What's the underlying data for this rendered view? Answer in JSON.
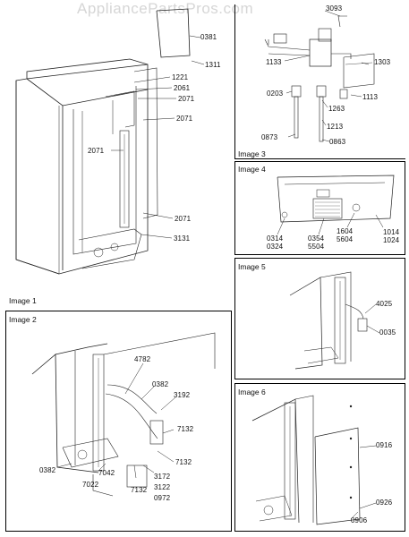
{
  "watermark": "AppliancePartsPros.com",
  "images": {
    "image1": "Image 1",
    "image2": "Image 2",
    "image3": "Image 3",
    "image4": "Image 4",
    "image5": "Image 5",
    "image6": "Image 6"
  },
  "callouts": {
    "c0381": "0381",
    "c1311": "1311",
    "c1221": "1221",
    "c2061": "2061",
    "c2071a": "2071",
    "c2071b": "2071",
    "c2071c": "2071",
    "c2071d": "2071",
    "c3131": "3131",
    "c3093": "3093",
    "c1133": "1133",
    "c1303": "1303",
    "c0203": "0203",
    "c1113": "1113",
    "c1263": "1263",
    "c1213": "1213",
    "c0873": "0873",
    "c0863": "0863",
    "c0314": "0314",
    "c0324": "0324",
    "c0354": "0354",
    "c5504": "5504",
    "c1604": "1604",
    "c5604": "5604",
    "c1014": "1014",
    "c1024": "1024",
    "c4025": "4025",
    "c0035": "0035",
    "c4782": "4782",
    "c0382a": "0382",
    "c3192": "3192",
    "c7132a": "7132",
    "c7132b": "7132",
    "c7132c": "7132",
    "c0382b": "0382",
    "c7042": "7042",
    "c7022": "7022",
    "c3172": "3172",
    "c3122": "3122",
    "c0972": "0972",
    "c0916": "0916",
    "c0926": "0926",
    "c0906": "0906"
  }
}
